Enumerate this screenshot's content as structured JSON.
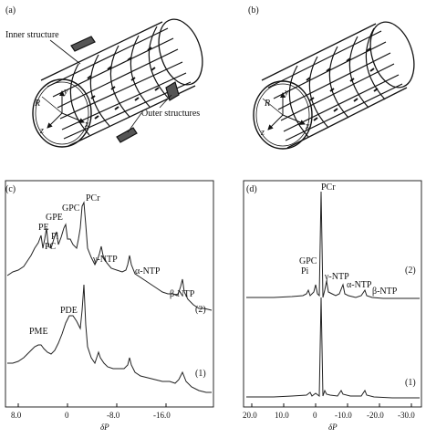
{
  "figure": {
    "panel_a": {
      "label": "(a)",
      "inner_label": "Inner structure",
      "outer_label": "Outer structures",
      "axis_x": "x",
      "axis_y": "y",
      "axis_z": "z",
      "radius": "R"
    },
    "panel_b": {
      "label": "(b)",
      "axis_x": "x",
      "axis_y": "y",
      "axis_z": "z",
      "radius": "R"
    },
    "panel_c": {
      "label": "(c)",
      "xlabel": "δP",
      "ticks": [
        "8.0",
        "0",
        "-8.0",
        "-16.0"
      ],
      "peaks_top": [
        "PE",
        "GPE",
        "Pi",
        "PC",
        "GPC",
        "PCr",
        "γ-NTP",
        "α-NTP",
        "β-NTP"
      ],
      "peaks_bottom": [
        "PME",
        "PDE"
      ],
      "trace_top_label": "(2)",
      "trace_bottom_label": "(1)"
    },
    "panel_d": {
      "label": "(d)",
      "xlabel": "δP",
      "ticks": [
        "20.0",
        "10.0",
        "0",
        "-10.0",
        "-20.0",
        "-30.0"
      ],
      "peaks": [
        "PCr",
        "GPC",
        "Pi",
        "γ-NTP",
        "α-NTP",
        "β-NTP"
      ],
      "trace_top_label": "(2)",
      "trace_bottom_label": "(1)"
    }
  }
}
